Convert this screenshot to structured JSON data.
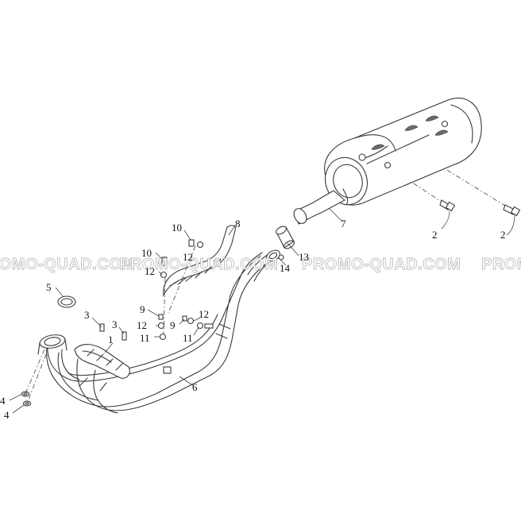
{
  "diagram": {
    "watermark": "PROMO-QUAD.COM",
    "callouts": {
      "c1": "1",
      "c2a": "2",
      "c2b": "2",
      "c3a": "3",
      "c3b": "3",
      "c4a": "4",
      "c4b": "4",
      "c5": "5",
      "c6": "6",
      "c7": "7",
      "c8": "8",
      "c9a": "9",
      "c9b": "9",
      "c10a": "10",
      "c10b": "10",
      "c11a": "11",
      "c11b": "11",
      "c12a": "12",
      "c12b": "12",
      "c12c": "12",
      "c13": "13",
      "c14": "14"
    }
  }
}
